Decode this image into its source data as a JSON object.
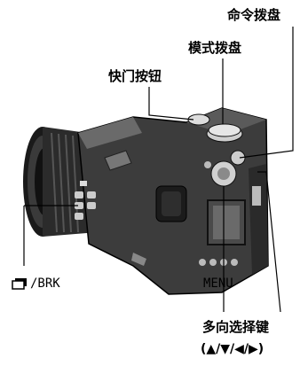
{
  "labels": {
    "command_dial": "命令拨盘",
    "mode_dial": "模式拨盘",
    "shutter_button": "快门按钮",
    "drive_brk": "/BRK",
    "menu": "MENU",
    "multi_selector": "多向选择键",
    "multi_selector_arrows": "(▲/▼/◀/▶)"
  },
  "icons": [
    "drive-mode-icon"
  ]
}
